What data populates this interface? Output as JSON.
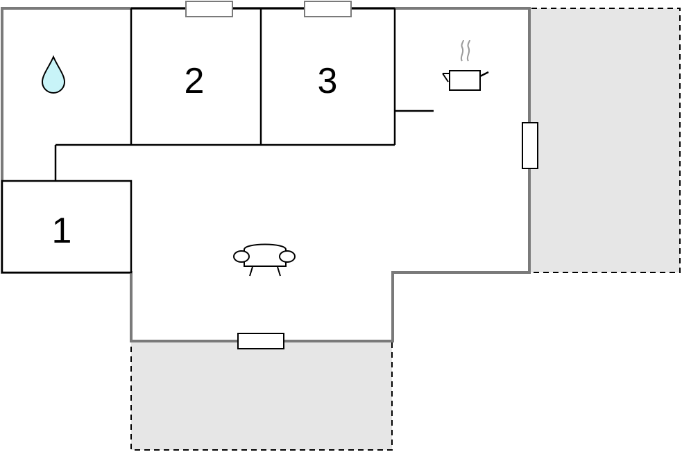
{
  "rooms": [
    {
      "number": "1"
    },
    {
      "number": "2"
    },
    {
      "number": "3"
    }
  ],
  "icons": {
    "bathroom": "water-drop-icon",
    "kitchen": "cooking-pot-icon",
    "living": "sofa-icon"
  },
  "colors": {
    "outer_wall": "#7a7a7a",
    "inner_wall": "#000000",
    "terrace_fill": "#e6e6e6",
    "water_fill": "#c8f4f8",
    "window_outline_top": "#7a7a7a"
  }
}
